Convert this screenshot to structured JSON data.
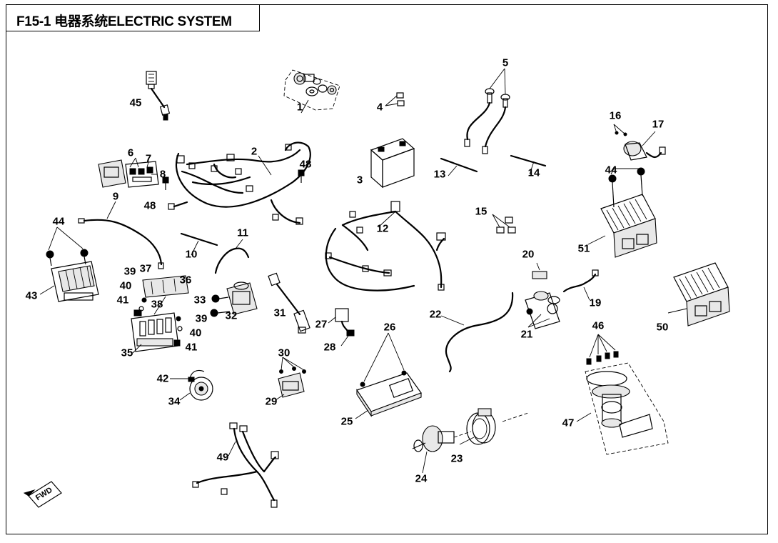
{
  "title": "F15-1 电器系统ELECTRIC SYSTEM",
  "fwd_label": "FWD",
  "callouts": {
    "c1": "1",
    "c2": "2",
    "c3": "3",
    "c4": "4",
    "c5": "5",
    "c6": "6",
    "c7": "7",
    "c8": "8",
    "c9": "9",
    "c10": "10",
    "c11": "11",
    "c12": "12",
    "c13": "13",
    "c14": "14",
    "c15": "15",
    "c16": "16",
    "c17": "17",
    "c19": "19",
    "c20": "20",
    "c21": "21",
    "c22": "22",
    "c23": "23",
    "c24": "24",
    "c25": "25",
    "c26": "26",
    "c27": "27",
    "c28": "28",
    "c29": "29",
    "c30": "30",
    "c31": "31",
    "c32": "32",
    "c33": "33",
    "c34": "34",
    "c35": "35",
    "c36": "36",
    "c37": "37",
    "c38": "38",
    "c39a": "39",
    "c39b": "39",
    "c40a": "40",
    "c40b": "40",
    "c41a": "41",
    "c41b": "41",
    "c42": "42",
    "c43": "43",
    "c44a": "44",
    "c44b": "44",
    "c45": "45",
    "c46": "46",
    "c47": "47",
    "c48a": "48",
    "c48b": "48",
    "c49": "49",
    "c50": "50",
    "c51": "51"
  }
}
